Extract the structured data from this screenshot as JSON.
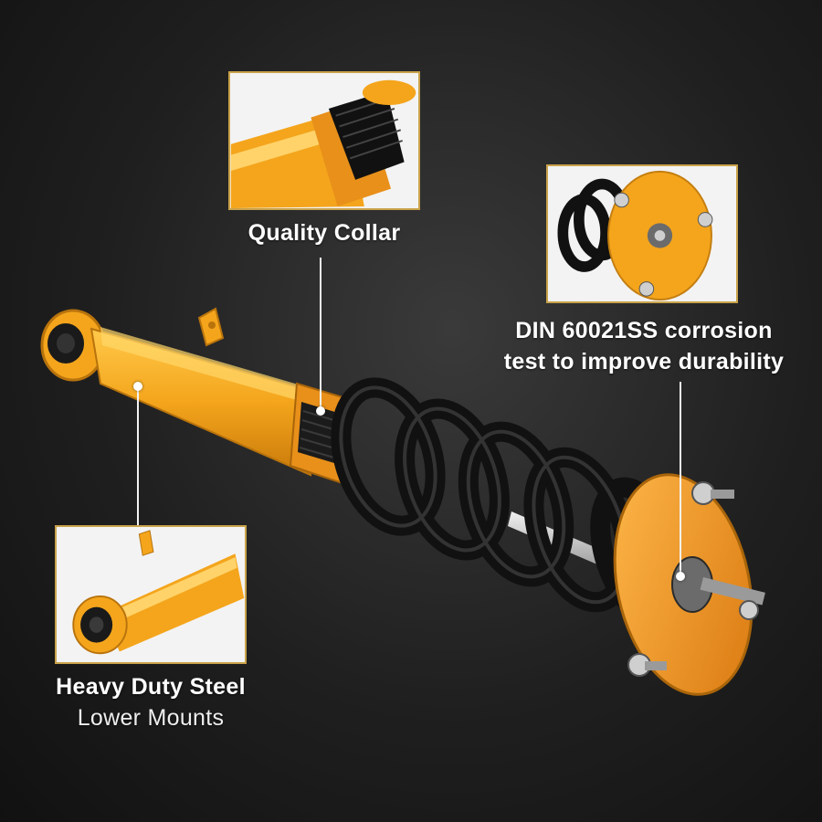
{
  "image": {
    "subject": "coilover-shock-absorber",
    "accent_color": "#f4a51c",
    "spring_color": "#111111",
    "frame_color": "#c9a24a",
    "background_color": "#1f1f1f"
  },
  "callouts": [
    {
      "id": "collar",
      "line1": "Quality Collar",
      "line2": ""
    },
    {
      "id": "corrosion",
      "line1": "DIN 60021SS corrosion",
      "line2": "test to improve durability"
    },
    {
      "id": "mounts",
      "line1": "Heavy Duty Steel",
      "line2": "Lower Mounts"
    }
  ]
}
